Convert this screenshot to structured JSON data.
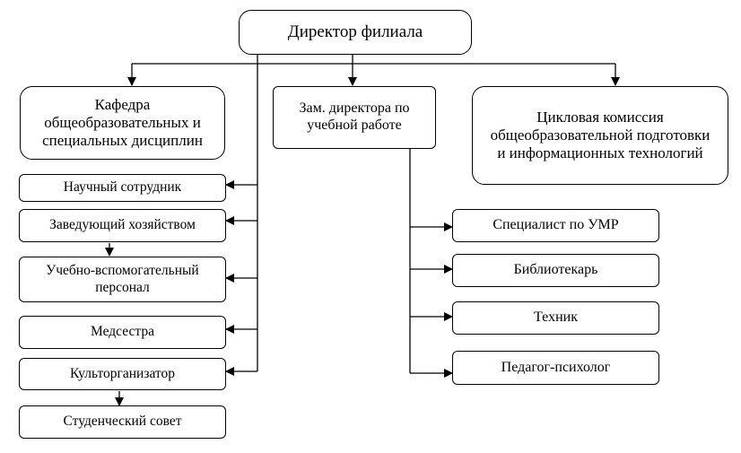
{
  "director": "Директор филиала",
  "department": "Кафедра общеобразовательных и специальных дисциплин",
  "deputy": "Зам. директора по учебной работе",
  "commission": "Цикловая комиссия общеобразовательной подготовки и информационных технологий",
  "left_staff": [
    "Научный сотрудник",
    "Заведующий хозяйством",
    "Учебно-вспомогательный персонал",
    "Медсестра",
    "Культорганизатор",
    "Студенческий совет"
  ],
  "deputy_staff": [
    "Специалист по УМР",
    "Библиотекарь",
    "Техник",
    "Педагог-психолог"
  ]
}
